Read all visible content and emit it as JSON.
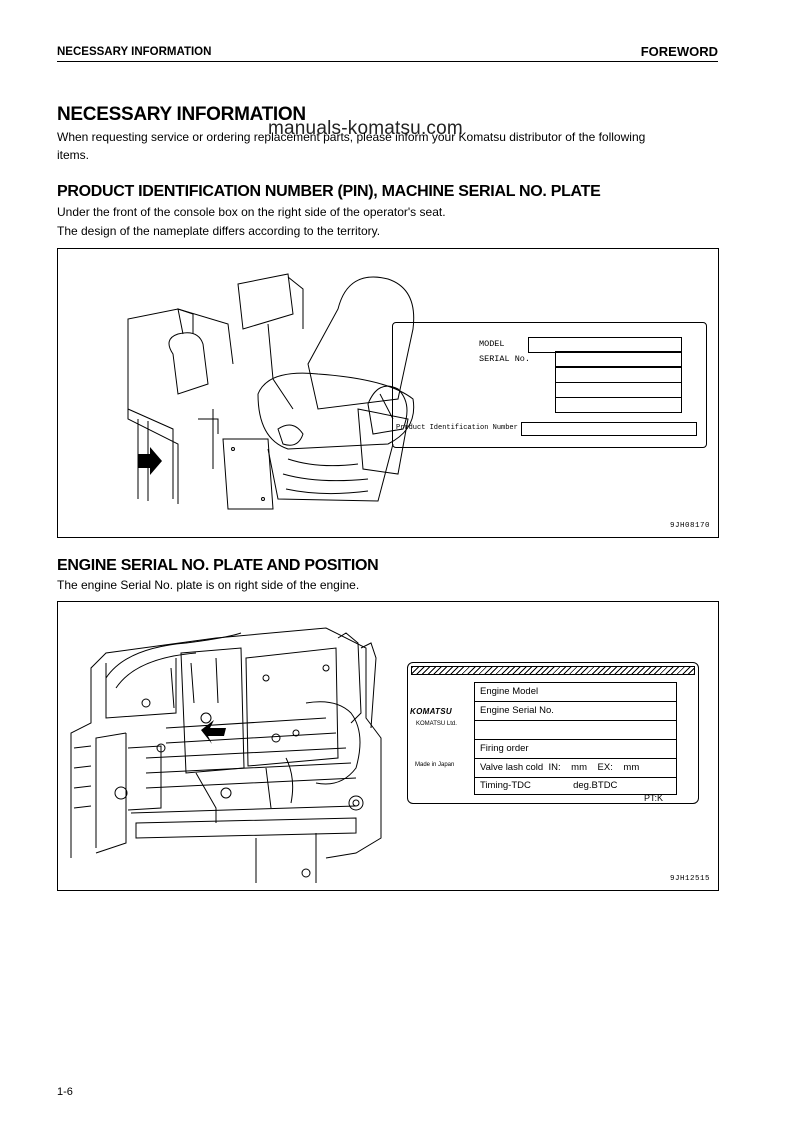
{
  "header": {
    "left": "NECESSARY INFORMATION",
    "right": "FOREWORD"
  },
  "title": "NECESSARY INFORMATION",
  "watermark": "manuals-komatsu.com",
  "intro": [
    "When requesting service or ordering replacement parts, please inform your Komatsu distributor of the following",
    "items."
  ],
  "pin_section": {
    "heading": "PRODUCT IDENTIFICATION NUMBER (PIN), MACHINE SERIAL NO. PLATE",
    "lines": [
      "Under the front of the console box on the right side of the operator's seat.",
      "The design of the nameplate differs according to the territory."
    ],
    "plate": {
      "model_label": "MODEL",
      "serial_label": "SERIAL No.",
      "pin_label": "Product Identification Number"
    },
    "figure_code": "9JH08170"
  },
  "engine_section": {
    "heading": "ENGINE SERIAL NO. PLATE AND POSITION",
    "line": "The engine Serial No. plate is on right side of the engine.",
    "plate": {
      "brand": "KOMATSU",
      "brand_sub": "KOMATSU Ltd.",
      "made_in": "Made in Japan",
      "rows": [
        "Engine Model",
        "Engine Serial No.",
        "",
        "Firing order",
        "Valve lash cold  IN:    mm    EX:    mm",
        "Timing-TDC                deg.BTDC"
      ],
      "pt": "PT:K"
    },
    "figure_code": "9JH12515"
  },
  "page_number": "1-6"
}
